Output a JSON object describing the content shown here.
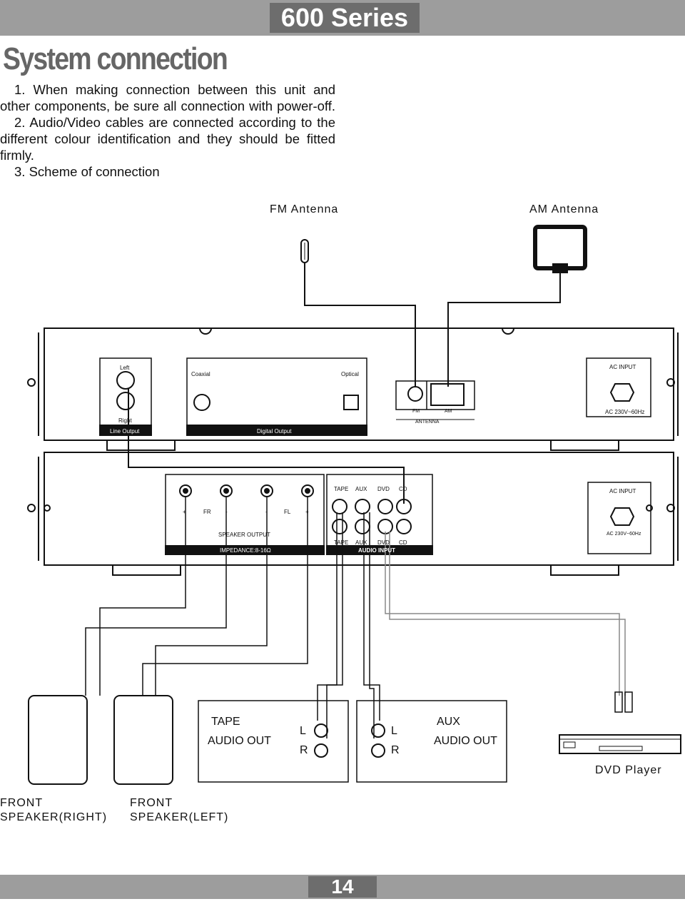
{
  "header": {
    "series": "600 Series"
  },
  "title": "System connection",
  "instructions": [
    "1. When making connection between this unit and other components, be sure all connection with power-off.",
    "2. Audio/Video cables are connected according to the different colour identification and they should be fitted firmly.",
    "3. Scheme of connection"
  ],
  "labels": {
    "fm_antenna": "FM Antenna",
    "am_antenna": "AM Antenna",
    "tape_box_line1": "TAPE",
    "tape_box_line2": "AUDIO OUT",
    "aux_box_line1": "AUX",
    "aux_box_line2": "AUDIO OUT",
    "l": "L",
    "r": "R",
    "dvd_player": "DVD Player",
    "front_right_line1": "FRONT",
    "front_right_line2": "SPEAKER(RIGHT)",
    "front_left_line1": "FRONT",
    "front_left_line2": "SPEAKER(LEFT)"
  },
  "top_unit": {
    "left": "Left",
    "right": "Right",
    "line_output": "Line Output",
    "coaxial": "Coaxial",
    "optical": "Optical",
    "digital_output": "Digital Output",
    "fm": "FM",
    "am": "AM",
    "antenna": "ANTENNA",
    "ac_input": "AC INPUT",
    "ac_voltage": "AC 230V~60Hz"
  },
  "bottom_unit": {
    "fr": "FR",
    "fl": "FL",
    "plus": "+",
    "minus": "-",
    "speaker_output": "SPEAKER OUTPUT",
    "impedance": "IMPEDANCE:8-16Ω",
    "inputs_top": [
      "TAPE",
      "AUX",
      "DVD",
      "CD"
    ],
    "inputs_bottom": [
      "TAPE",
      "AUX",
      "DVD",
      "CD"
    ],
    "audio_input": "AUDIO INPUT",
    "ac_input": "AC INPUT",
    "ac_voltage": "AC 230V~60Hz"
  },
  "page_number": "14"
}
